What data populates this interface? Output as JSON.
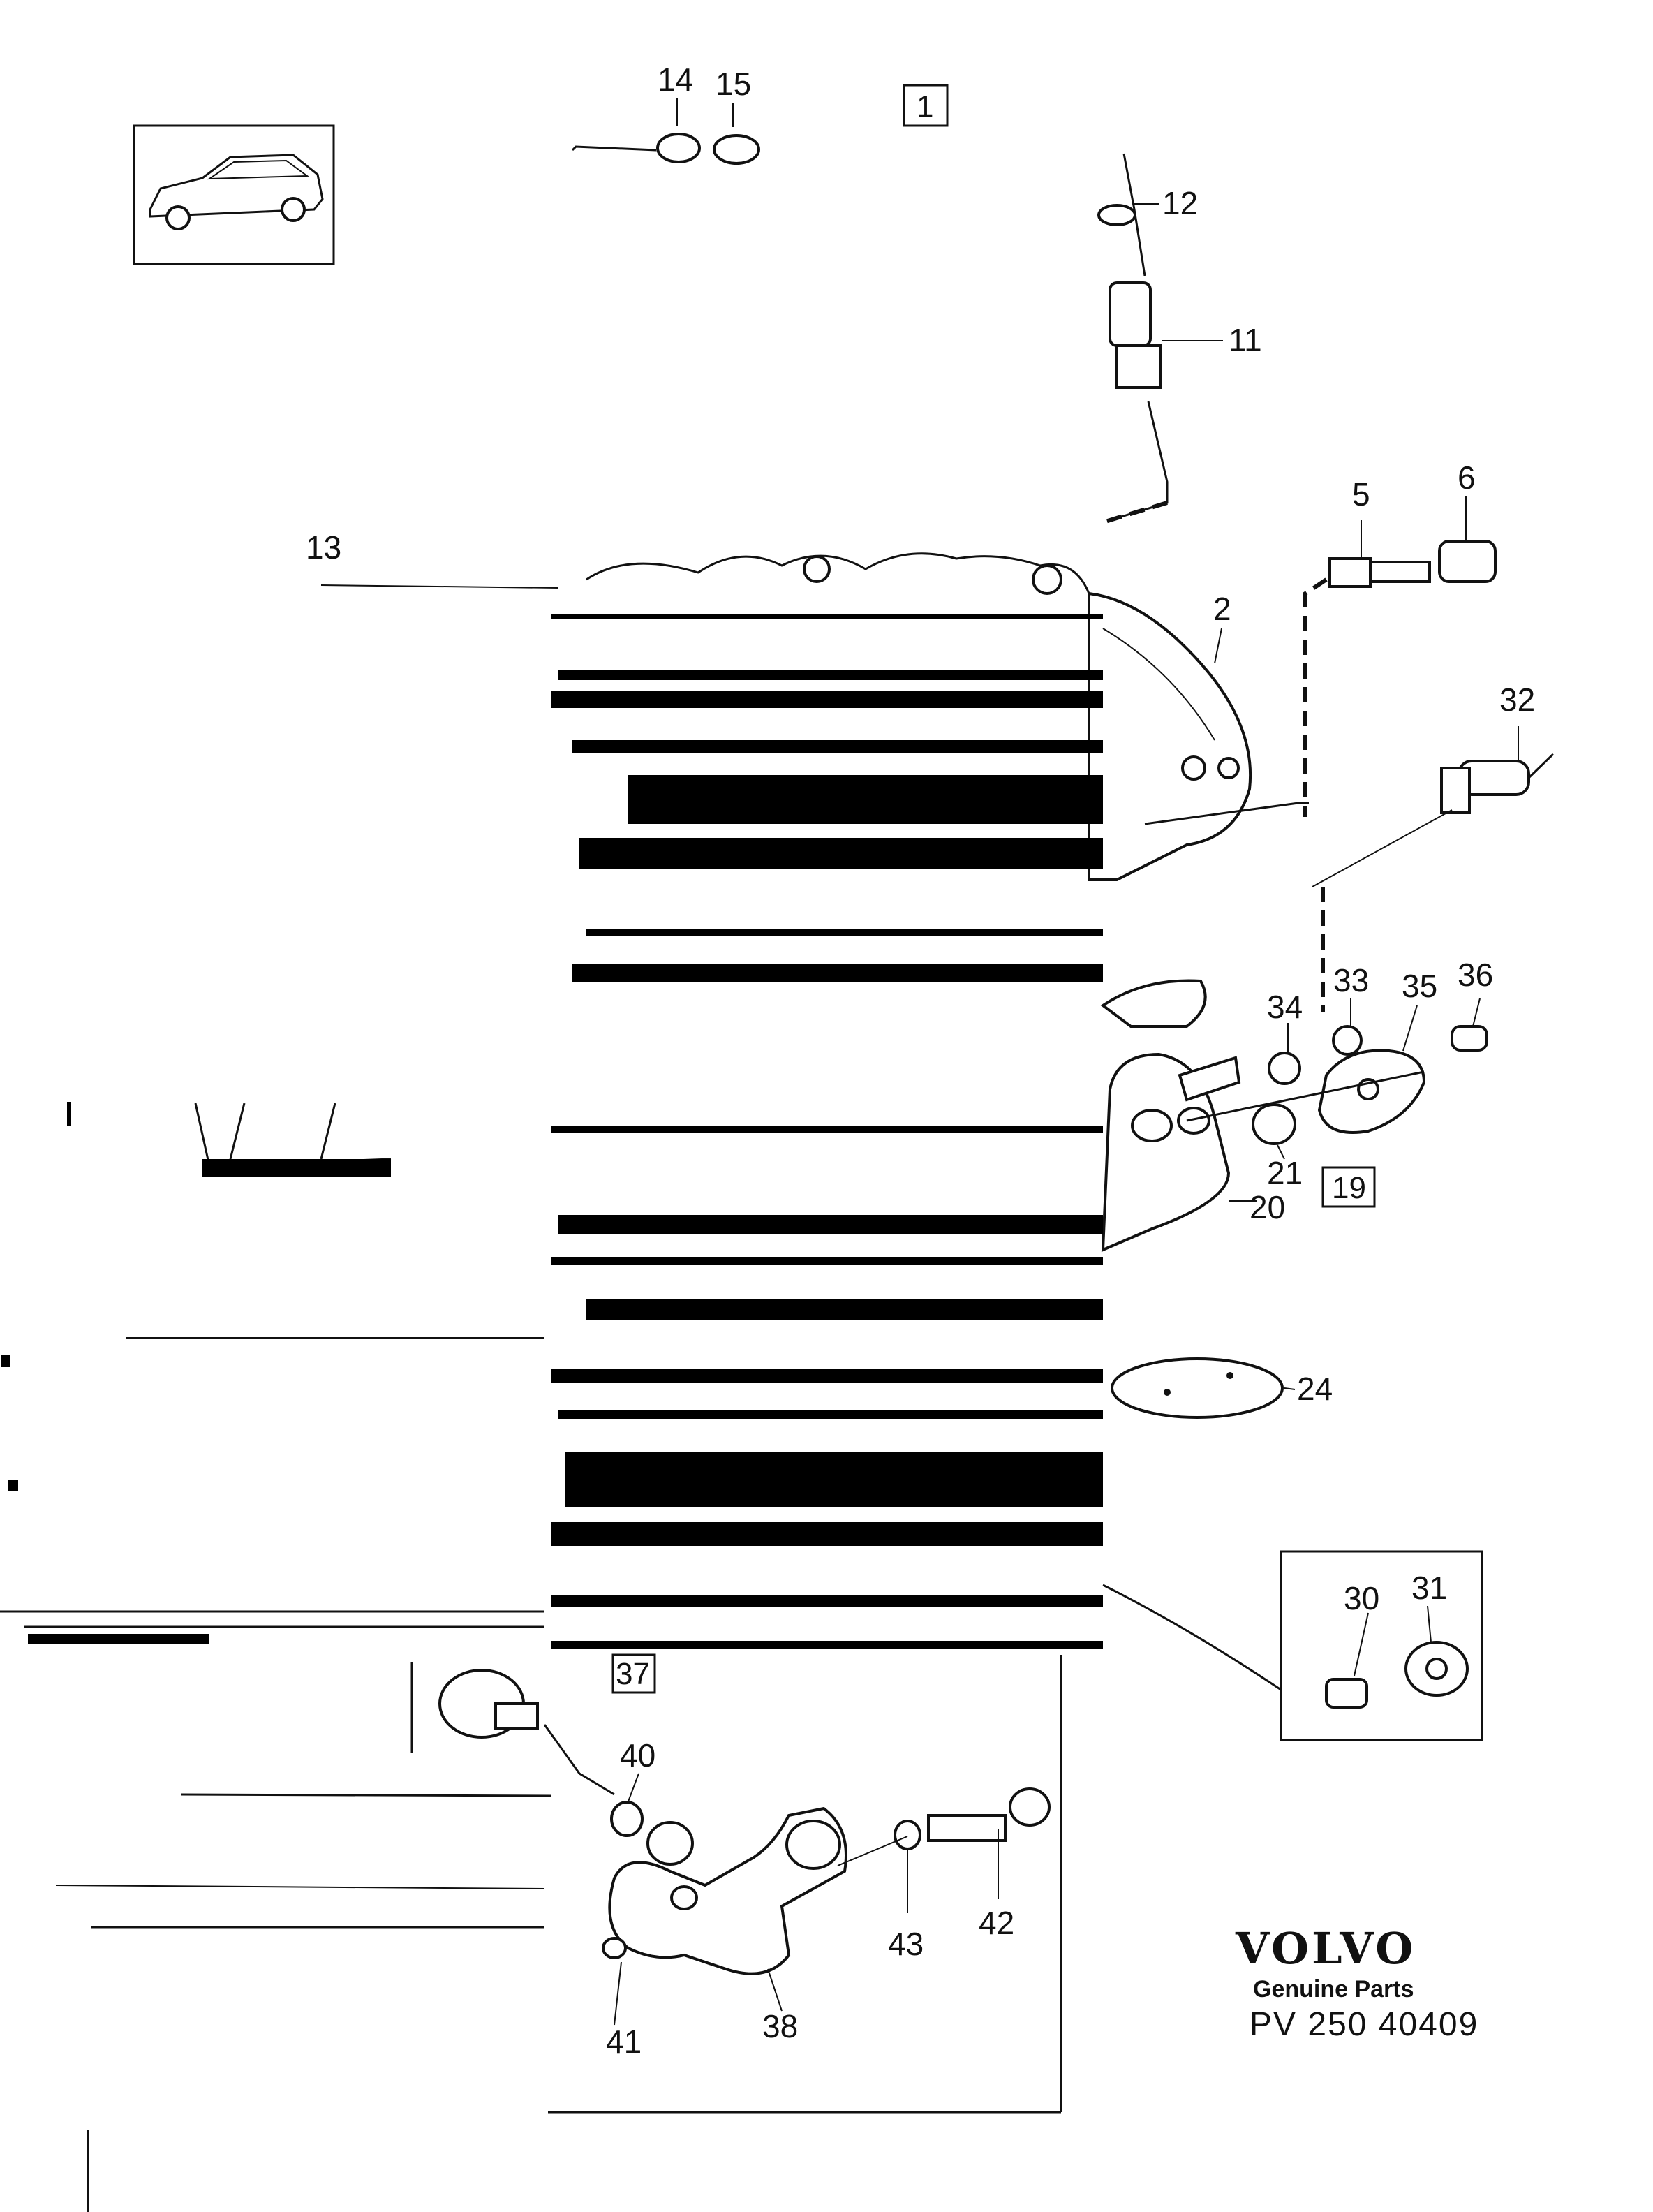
{
  "diagram": {
    "labels": {
      "p1": "1",
      "p2": "2",
      "p5": "5",
      "p6": "6",
      "p11": "11",
      "p12": "12",
      "p13": "13",
      "p14": "14",
      "p15": "15",
      "p19": "19",
      "p20": "20",
      "p21": "21",
      "p24": "24",
      "p30": "30",
      "p31": "31",
      "p32": "32",
      "p33": "33",
      "p34": "34",
      "p35": "35",
      "p36": "36",
      "p37": "37",
      "p38": "38",
      "p40": "40",
      "p41": "41",
      "p42": "42",
      "p43": "43"
    }
  },
  "branding": {
    "brand": "VOLVO",
    "tagline": "Genuine Parts",
    "code": "PV 250 40409"
  }
}
